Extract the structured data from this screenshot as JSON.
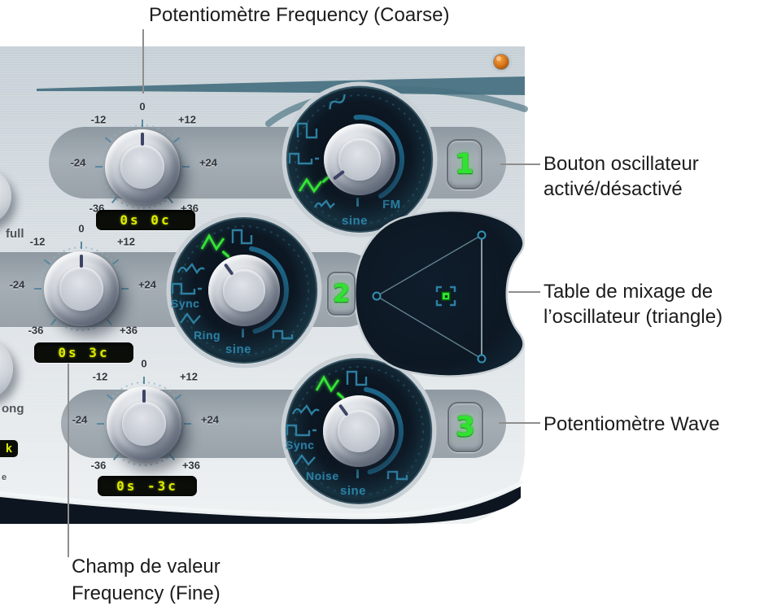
{
  "callouts": {
    "frequency_coarse": "Potentiomètre Frequency (Coarse)",
    "osc_on_off": "Bouton oscillateur\nactivé/désactivé",
    "mix_triangle": "Table de mixage de\nl’oscillateur (triangle)",
    "wave_knob": "Potentiomètre Wave",
    "frequency_fine": "Champ de valeur\nFrequency (Fine)"
  },
  "scale": {
    "n0": "0",
    "m12": "-12",
    "p12": "+12",
    "m24": "-24",
    "p24": "+24",
    "m36": "-36",
    "p36": "+36"
  },
  "oscillators": [
    {
      "number": "1",
      "frequency_value": "0s 0c",
      "labels": {
        "sine": "sine",
        "fm": "FM"
      }
    },
    {
      "number": "2",
      "frequency_value": "0s 3c",
      "labels": {
        "sync": "Sync",
        "ring": "Ring",
        "sine": "sine"
      }
    },
    {
      "number": "3",
      "frequency_value": "0s -3c",
      "labels": {
        "sync": "Sync",
        "noise": "Noise",
        "sine": "sine"
      }
    }
  ],
  "edge_fragments": {
    "full": "full",
    "ong": "ong",
    "k": "k",
    "e": "e"
  },
  "colors": {
    "accent_green": "#2fe42f",
    "icon_teal": "#2d7fa0",
    "display_yellow": "#dcec00",
    "led_orange": "#d97518",
    "panel_dark": "#0d1824",
    "panel_light": "#dde3e7"
  }
}
